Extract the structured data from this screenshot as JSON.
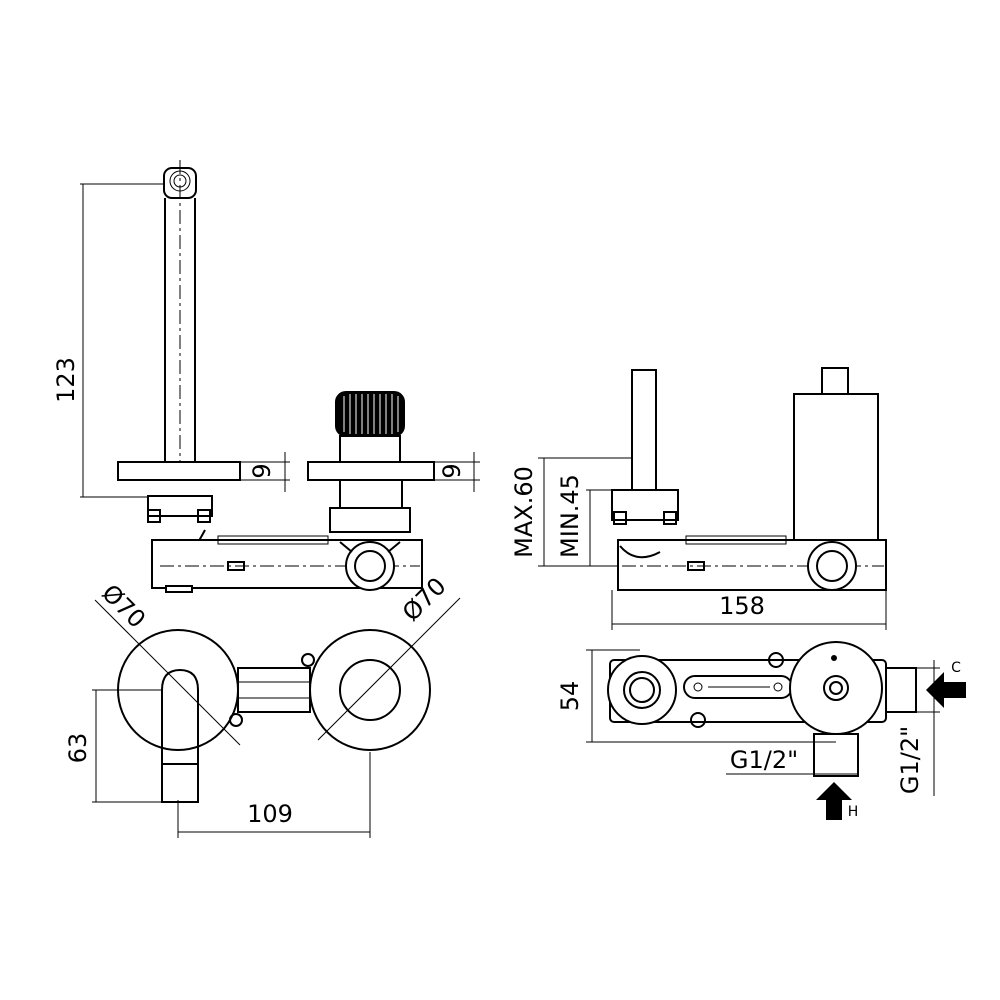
{
  "dimensions": {
    "spout_height": "123",
    "plate_thickness_left": "9",
    "plate_thickness_right": "9",
    "max_depth": "MAX.60",
    "min_depth": "MIN.45",
    "body_length": "158",
    "plate_diameter_left": "Ø70",
    "plate_diameter_right": "Ø70",
    "spout_projection": "63",
    "center_distance": "109",
    "body_height": "54",
    "thread_bottom": "G1/2\"",
    "thread_side": "G1/2\""
  },
  "inlets": {
    "cold": "C",
    "hot": "H"
  }
}
